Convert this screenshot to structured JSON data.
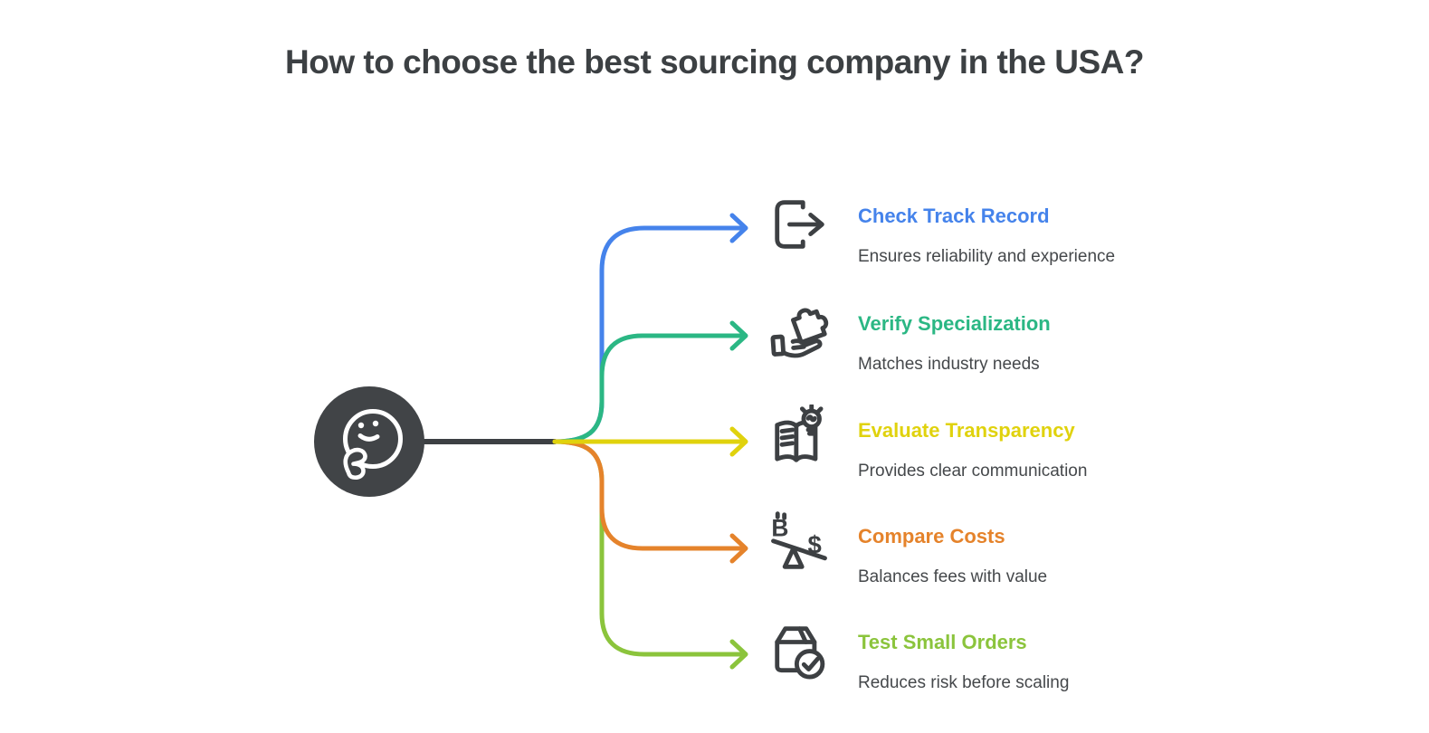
{
  "title": {
    "text": "How to choose the best sourcing company in the USA?",
    "color": "#3C4043"
  },
  "center_node": {
    "icon": "thinking-face-icon",
    "circle_color": "#414447",
    "connector_color": "#3D4043"
  },
  "icon_color": "#3D4043",
  "description_color": "#45484B",
  "items": [
    {
      "label": "Check Track Record",
      "description": "Ensures reliability and experience",
      "color": "#4583EB",
      "icon": "export-arrow-icon"
    },
    {
      "label": "Verify Specialization",
      "description": "Matches industry needs",
      "color": "#2BB784",
      "icon": "hand-puzzle-icon"
    },
    {
      "label": "Evaluate Transparency",
      "description": "Provides clear communication",
      "color": "#E0D20D",
      "icon": "book-lightbulb-icon"
    },
    {
      "label": "Compare Costs",
      "description": "Balances fees with value",
      "color": "#E5832B",
      "icon": "cost-balance-icon",
      "glyph_left": "B",
      "glyph_right": "$"
    },
    {
      "label": "Test Small Orders",
      "description": "Reduces risk before scaling",
      "color": "#8BC43C",
      "icon": "package-check-icon"
    }
  ]
}
